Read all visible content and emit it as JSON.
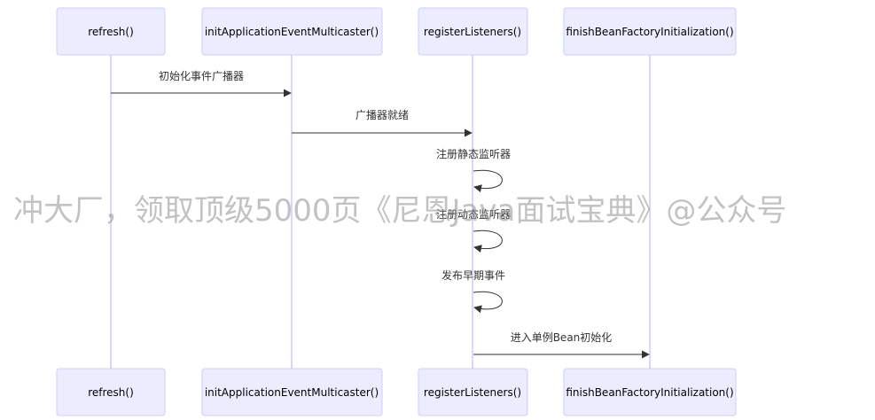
{
  "participants": [
    {
      "id": "p1",
      "label": "refresh()"
    },
    {
      "id": "p2",
      "label": "initApplicationEventMulticaster()"
    },
    {
      "id": "p3",
      "label": "registerListeners()"
    },
    {
      "id": "p4",
      "label": "finishBeanFactoryInitialization()"
    }
  ],
  "messages": [
    {
      "from": "p1",
      "to": "p2",
      "label": "初始化事件广播器"
    },
    {
      "from": "p2",
      "to": "p3",
      "label": "广播器就绪"
    },
    {
      "from": "p3",
      "to": "p3",
      "label": "注册静态监听器"
    },
    {
      "from": "p3",
      "to": "p3",
      "label": "注册动态监听器"
    },
    {
      "from": "p3",
      "to": "p3",
      "label": "发布早期事件"
    },
    {
      "from": "p3",
      "to": "p4",
      "label": "进入单例Bean初始化"
    }
  ],
  "watermark": "冲大厂，领取顶级5000页《尼恩Java面试宝典》@公众号",
  "colors": {
    "actor_fill": "#ECECFF",
    "actor_border": "#CCCCFF",
    "line": "#333333"
  }
}
